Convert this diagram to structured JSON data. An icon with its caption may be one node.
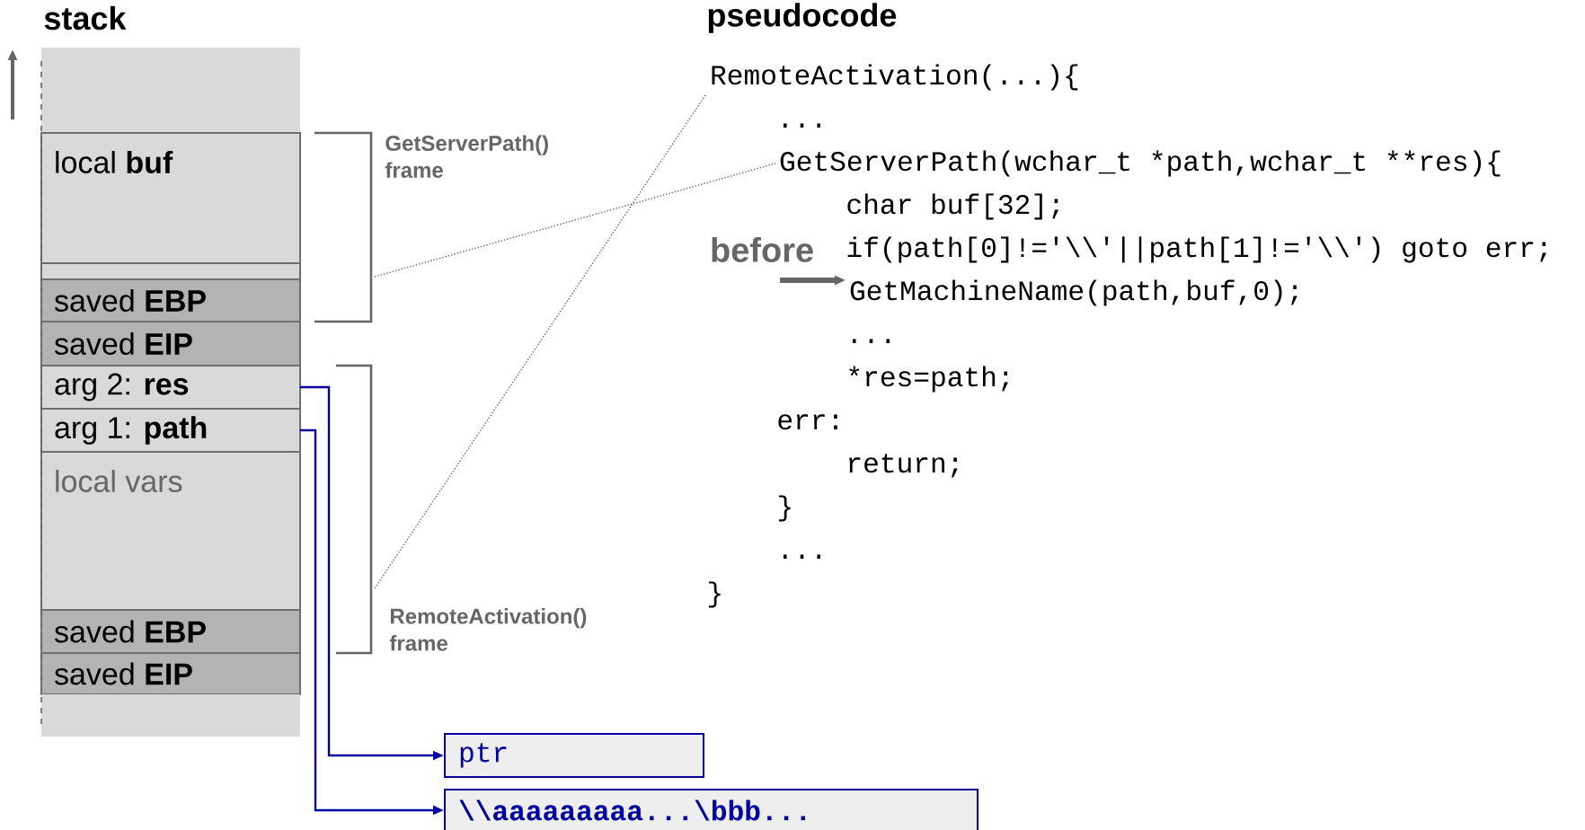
{
  "diagram": {
    "nodes": [
      {
        "text": [],
        "shape": "box"
      },
      {
        "text": [
          "local **buf**"
        ]
      },
      {
        "text": [],
        "shape": "box"
      },
      {
        "text": [
          "saved **EBP**"
        ]
      },
      {
        "text": [
          "saved **EIP**"
        ]
      },
      {
        "text": [
          "arg 2: **res**"
        ]
      },
      {
        "text": [
          "arg 1: **path**"
        ]
      },
      {
        "text": [
          "local vars"
        ]
      },
      {
        "text": [
          "saved **EBP**"
        ]
      },
      {
        "text": [
          "saved **EIP**"
        ]
      },
      {
        "text": [],
        "shape": "box"
      },
      {
        "text": [
          "GetServerPath() frame"
        ]
      },
      {
        "text": [
          "RemoteActivation() frame"
        ]
      },
      {
        "text": [
          "RemoteActivation(...){"
        ]
      },
      {
        "text": [
          "GetServerPath(wchar_t *path,wchar_t **res){"
        ]
      },
      {
        "text": [
          "before"
        ]
      },
      {
        "text": [
          "GetMachineName(path,buf,0);"
        ]
      },
      {
        "text": [
          "ptr"
        ]
      },
      {
        "text": [
          "\\\\aaaaaaaaa...\\bbb..."
        ]
      }
    ],
    "edges": [
      {
        "from": 5,
        "to": 17,
        "arrow": "to",
        "color": "#0000a0"
      },
      {
        "from": 6,
        "to": 18,
        "arrow": "to",
        "color": "#0000a0"
      },
      {
        "from": 11,
        "to": 14,
        "arrow": "none",
        "style": "dashed",
        "color": "#666666"
      },
      {
        "from": 12,
        "to": 13,
        "arrow": "none",
        "style": "dashed",
        "color": "#666666"
      },
      {
        "from": 15,
        "to": 16,
        "arrow": "to",
        "style": "thick",
        "color": "#666666"
      }
    ],
    "labels": [
      "stack",
      "pseudocode",
      "...",
      "char buf[32];",
      "if(path[0]!='\\\\'||path[1]!='\\\\') goto err;",
      "...",
      "*res=path;",
      "err:",
      "return;",
      "}",
      "...",
      "}"
    ]
  }
}
